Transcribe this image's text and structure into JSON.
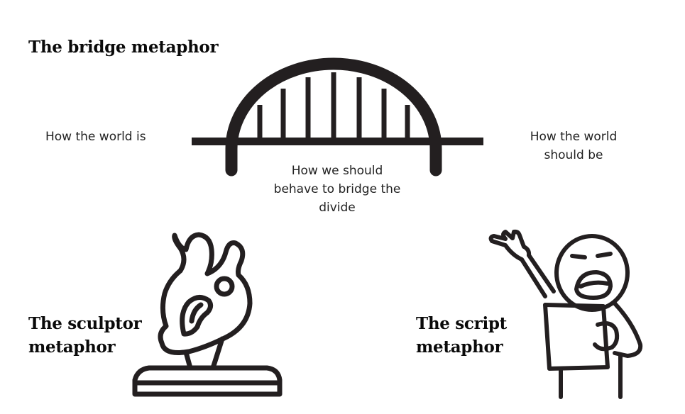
{
  "headings": {
    "bridge": "The bridge metaphor",
    "sculptor_line1": "The sculptor",
    "sculptor_line2": "metaphor",
    "script_line1": "The script",
    "script_line2": "metaphor"
  },
  "labels": {
    "left": "How the world is",
    "right_line1": "How the world",
    "right_line2": "should be",
    "bottom_line1": "How we should",
    "bottom_line2": "behave to bridge the",
    "bottom_line3": "divide"
  },
  "icons": {
    "bridge": "bridge-icon",
    "sculpture": "sculpture-icon",
    "speaker": "person-reading-script-icon"
  },
  "colors": {
    "ink": "#231f20",
    "text": "#222222",
    "background": "#ffffff"
  }
}
